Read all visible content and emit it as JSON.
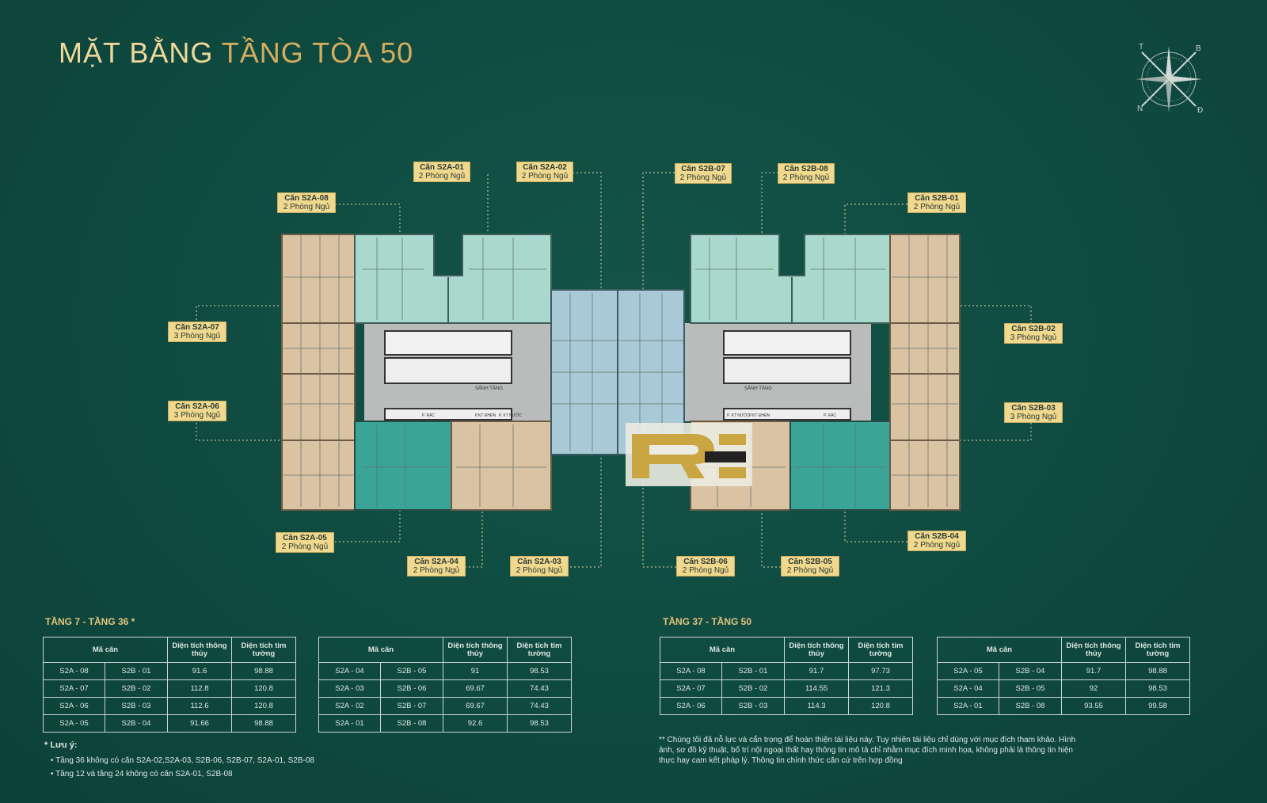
{
  "title": {
    "part1": "MẶT BẰNG",
    "part2": "TẦNG TÒA 50"
  },
  "compass": {
    "t": "T",
    "b": "B",
    "n": "N",
    "d": "Đ"
  },
  "callouts": [
    {
      "name": "Căn S2A-01",
      "rooms": "2 Phòng Ngủ"
    },
    {
      "name": "Căn S2A-02",
      "rooms": "2 Phòng Ngủ"
    },
    {
      "name": "Căn S2B-07",
      "rooms": "2 Phòng Ngủ"
    },
    {
      "name": "Căn S2B-08",
      "rooms": "2 Phòng Ngủ"
    },
    {
      "name": "Căn S2A-08",
      "rooms": "2 Phòng Ngủ"
    },
    {
      "name": "Căn S2B-01",
      "rooms": "2 Phòng Ngủ"
    },
    {
      "name": "Căn S2A-07",
      "rooms": "3 Phòng Ngủ"
    },
    {
      "name": "Căn S2B-02",
      "rooms": "3 Phòng Ngủ"
    },
    {
      "name": "Căn S2A-06",
      "rooms": "3 Phòng Ngủ"
    },
    {
      "name": "Căn S2B-03",
      "rooms": "3 Phòng Ngủ"
    },
    {
      "name": "Căn S2A-05",
      "rooms": "2 Phòng Ngủ"
    },
    {
      "name": "Căn S2B-04",
      "rooms": "2 Phòng Ngủ"
    },
    {
      "name": "Căn S2A-04",
      "rooms": "2 Phòng Ngủ"
    },
    {
      "name": "Căn S2A-03",
      "rooms": "2 Phòng Ngủ"
    },
    {
      "name": "Căn S2B-06",
      "rooms": "2 Phòng Ngủ"
    },
    {
      "name": "Căn S2B-05",
      "rooms": "2 Phòng Ngủ"
    }
  ],
  "plan_labels": {
    "lobby": "SẢNH TẦNG",
    "trash": "P. RÁC",
    "tech": "P.KT ĐHĐN",
    "water": "P. KT NƯỚC"
  },
  "sections": {
    "left": "TẦNG 7 - TẦNG 36 *",
    "right": "TẦNG 37 - TẦNG 50"
  },
  "headers": {
    "code": "Mã căn",
    "clear": "Diện tích thông thủy",
    "wall": "Diện tích tim tường"
  },
  "tables": [
    {
      "rows": [
        [
          "S2A - 08",
          "S2B - 01",
          "91.6",
          "98.88"
        ],
        [
          "S2A - 07",
          "S2B - 02",
          "112.8",
          "120.8"
        ],
        [
          "S2A - 06",
          "S2B - 03",
          "112.6",
          "120.8"
        ],
        [
          "S2A - 05",
          "S2B - 04",
          "91.66",
          "98.88"
        ]
      ]
    },
    {
      "rows": [
        [
          "S2A - 04",
          "S2B - 05",
          "91",
          "98.53"
        ],
        [
          "S2A - 03",
          "S2B - 06",
          "69.67",
          "74.43"
        ],
        [
          "S2A - 02",
          "S2B - 07",
          "69.67",
          "74.43"
        ],
        [
          "S2A - 01",
          "S2B - 08",
          "92.6",
          "98.53"
        ]
      ]
    },
    {
      "rows": [
        [
          "S2A - 08",
          "S2B - 01",
          "91.7",
          "97.73"
        ],
        [
          "S2A - 07",
          "S2B - 02",
          "114.55",
          "121.3"
        ],
        [
          "S2A - 06",
          "S2B - 03",
          "114.3",
          "120.8"
        ]
      ]
    },
    {
      "rows": [
        [
          "S2A - 05",
          "S2B - 04",
          "91.7",
          "98.88"
        ],
        [
          "S2A - 04",
          "S2B - 05",
          "92",
          "98.53"
        ],
        [
          "S2A - 01",
          "S2B - 08",
          "93.55",
          "99.58"
        ]
      ]
    }
  ],
  "notes": {
    "heading": "* Lưu ý:",
    "items": [
      "Tầng 36 không có căn S2A-02,S2A-03, S2B-06, S2B-07, S2A-01, S2B-08",
      "Tầng 12 và tầng 24 không có căn S2A-01, S2B-08"
    ]
  },
  "disclaimer": "** Chúng tôi đã nỗ lực và cẩn trọng để hoàn thiện tài liệu này. Tuy nhiên tài liệu chỉ dùng với mục đích tham khảo. Hình ảnh, sơ đồ kỹ thuật, bố trí nội ngoại thất hay thông tin mô tả chỉ nhằm mục đích minh họa, không phải là thông tin hiện thực hay cam kết pháp lý. Thông tin chính thức căn cứ trên hợp đồng",
  "colors": {
    "background": "#0f4a40",
    "gold": "#e3c57d",
    "callout": "#f0d98f",
    "tan": "#d9c3a3",
    "mint": "#a9d8cc",
    "teal": "#3aa597",
    "blue": "#a9c9d6",
    "gray": "#b9bcbb"
  }
}
